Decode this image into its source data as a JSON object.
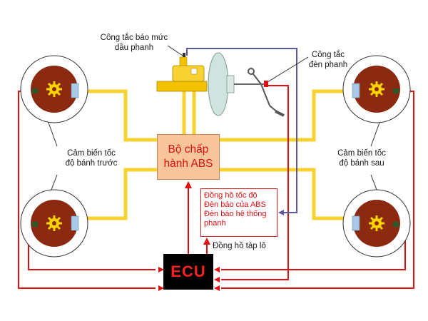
{
  "labels": {
    "oil_switch": "Công tắc báo mức\ndầu phanh",
    "brake_light_switch": "Công tắc\nđèn phanh",
    "front_sensor": "Cảm biến tốc\nđộ bánh trước",
    "rear_sensor": "Cảm biến tốc\nđộ bánh sau",
    "dashboard": "Đồng hồ táp lô"
  },
  "abs_actuator": {
    "label": "Bộ chấp\nhành ABS"
  },
  "dashboard_box": {
    "lines": [
      "Đồng hồ tốc độ",
      "Đèn báo của ABS",
      "Đèn báo hệ thống",
      "phanh"
    ]
  },
  "ecu": {
    "label": "ECU"
  },
  "colors": {
    "hydraulic_line": "#f7d230",
    "signal_wire": "#e01010",
    "switch_wire": "#5a5a9a",
    "wheel_disc": "#8b2a10",
    "gear": "#ffd400",
    "sensor": "#a8c8e8",
    "abs_box": "#f8c49a",
    "booster": "#cfe4de"
  },
  "icons": [
    "gear-icon",
    "speed-sensor-icon",
    "brake-pedal-icon",
    "master-cylinder-icon",
    "brake-booster-icon"
  ]
}
